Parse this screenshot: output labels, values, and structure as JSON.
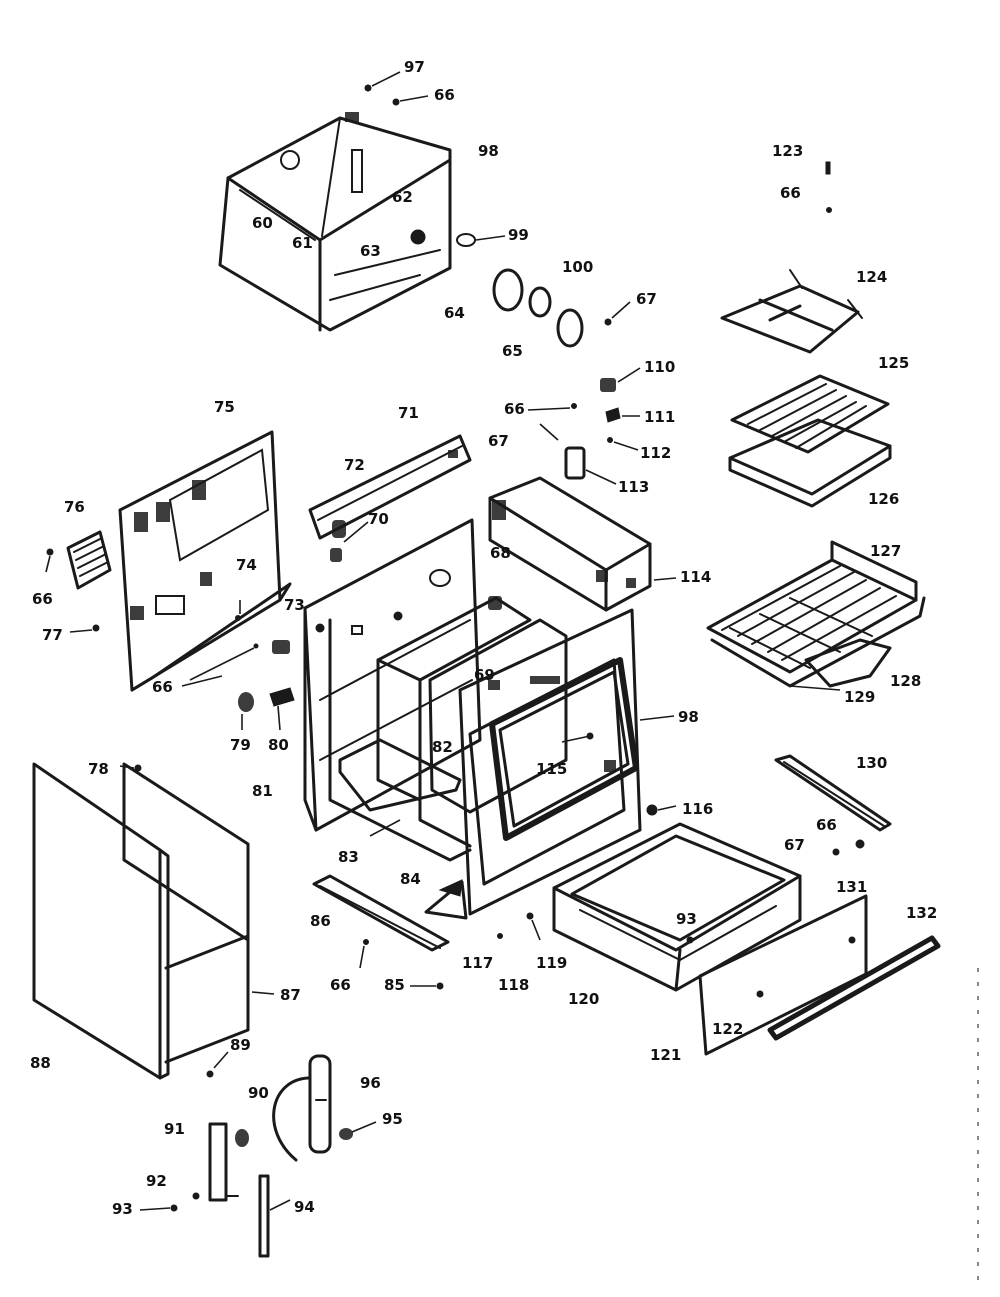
{
  "callouts": {
    "c97": "97",
    "c66a": "66",
    "c98a": "98",
    "c62": "62",
    "c60": "60",
    "c61": "61",
    "c63": "63",
    "c99": "99",
    "c100": "100",
    "c64": "64",
    "c65": "65",
    "c67a": "67",
    "c123": "123",
    "c66b": "66",
    "c124": "124",
    "c125": "125",
    "c126": "126",
    "c110": "110",
    "c66c": "66",
    "c111": "111",
    "c112": "112",
    "c113": "113",
    "c75": "75",
    "c71": "71",
    "c67b": "67",
    "c72": "72",
    "c70": "70",
    "c68": "68",
    "c114": "114",
    "c76": "76",
    "c66d": "66",
    "c74": "74",
    "c77": "77",
    "c73": "73",
    "c66e": "66",
    "c127": "127",
    "c128": "128",
    "c129": "129",
    "c69": "69",
    "c79": "79",
    "c80": "80",
    "c82": "82",
    "c98b": "98",
    "c115": "115",
    "c78": "78",
    "c81": "81",
    "c130": "130",
    "c116": "116",
    "c66f": "66",
    "c67c": "67",
    "c83": "83",
    "c131": "131",
    "c84": "84",
    "c93a": "93",
    "c132": "132",
    "c86": "86",
    "c66g": "66",
    "c117": "117",
    "c118": "118",
    "c119": "119",
    "c85": "85",
    "c87": "87",
    "c120": "120",
    "c122": "122",
    "c121": "121",
    "c88": "88",
    "c89": "89",
    "c96": "96",
    "c90": "90",
    "c95": "95",
    "c91": "91",
    "c92": "92",
    "c93b": "93",
    "c94": "94"
  }
}
